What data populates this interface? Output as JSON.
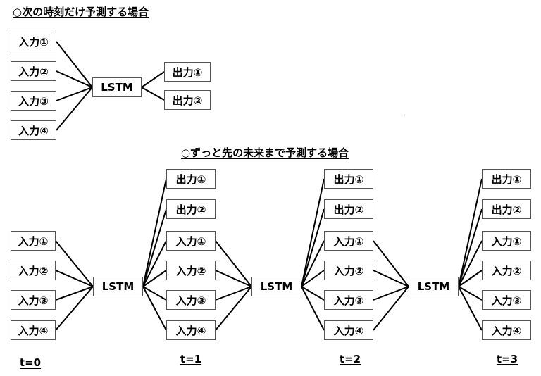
{
  "section1": {
    "title": "○次の時刻だけ予測する場合",
    "inputs": [
      "入力①",
      "入力②",
      "入力③",
      "入力④"
    ],
    "model": "LSTM",
    "outputs": [
      "出力①",
      "出力②"
    ]
  },
  "section2": {
    "title": "○ずっと先の未来まで予測する場合",
    "input_labels": [
      "入力①",
      "入力②",
      "入力③",
      "入力④"
    ],
    "output_labels": [
      "出力①",
      "出力②"
    ],
    "model": "LSTM",
    "steps": [
      "t=0",
      "t=1",
      "t=2",
      "t=3"
    ]
  },
  "style": {
    "line_color": "#000000",
    "box_border": "#555555"
  }
}
